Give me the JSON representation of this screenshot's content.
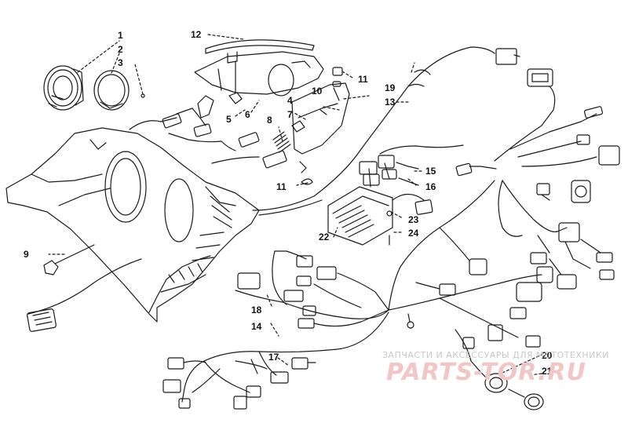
{
  "callouts": {
    "c1": "1",
    "c2": "2",
    "c3": "3",
    "c4": "4",
    "c5": "5",
    "c6": "6",
    "c7": "7",
    "c8": "8",
    "c9": "9",
    "c10": "10",
    "c11a": "11",
    "c11b": "11",
    "c12": "12",
    "c13": "13",
    "c14": "14",
    "c15": "15",
    "c16": "16",
    "c17": "17",
    "c18": "18",
    "c19": "19",
    "c20": "20",
    "c21": "21",
    "c22": "22",
    "c23": "23",
    "c24": "24"
  },
  "watermark": {
    "caption": "ЗАПЧАСТИ И АКСЕССУАРЫ ДЛЯ МОТОТЕХНИКИ",
    "logo": "PARTS-TOR.RU"
  },
  "colors": {
    "line": "#1a1a1a",
    "watermark_red": "#f1c6c6",
    "watermark_gray": "#c9c9c9"
  }
}
